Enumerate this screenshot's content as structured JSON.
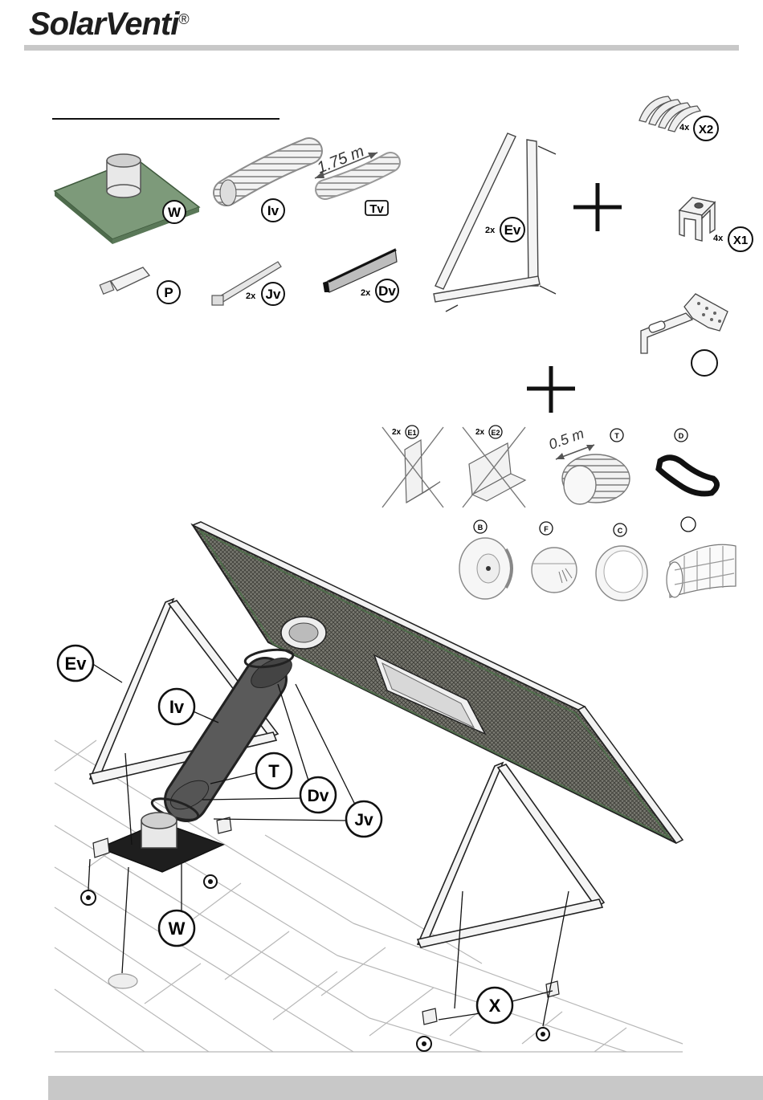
{
  "header": {
    "brand": "SolarVenti",
    "registered": "®"
  },
  "kit": {
    "W": "W",
    "Iv": "Iv",
    "Tv": "Tv",
    "P": "P",
    "Jv": "Jv",
    "Jv_qty": "2x",
    "Dv": "Dv",
    "Dv_qty": "2x",
    "hose_length": "1.75 m"
  },
  "mount": {
    "Ev": "Ev",
    "Ev_qty": "2x",
    "X2": "X2",
    "X2_qty": "4x",
    "X1": "X1",
    "X1_qty": "4x"
  },
  "options": {
    "E1": "E1",
    "E1_qty": "2x",
    "E2": "E2",
    "E2_qty": "2x",
    "T": "T",
    "D": "D",
    "B": "B",
    "F": "F",
    "C": "C",
    "short_hose_length": "0.5 m"
  },
  "assembly": {
    "Ev": "Ev",
    "Iv": "Iv",
    "T": "T",
    "Dv": "Dv",
    "Jv": "Jv",
    "W": "W",
    "X": "X"
  }
}
